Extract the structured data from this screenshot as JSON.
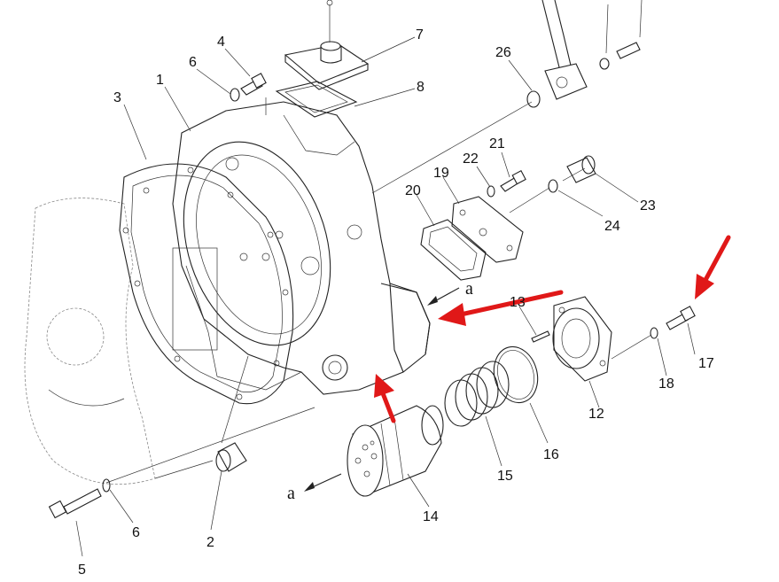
{
  "parts": [
    {
      "no": "1"
    },
    {
      "no": "2"
    },
    {
      "no": "3"
    },
    {
      "no": "4"
    },
    {
      "no": "5"
    },
    {
      "no": "6"
    },
    {
      "no": "6"
    },
    {
      "no": "7"
    },
    {
      "no": "8"
    },
    {
      "no": "12"
    },
    {
      "no": "13"
    },
    {
      "no": "14"
    },
    {
      "no": "15"
    },
    {
      "no": "16"
    },
    {
      "no": "17"
    },
    {
      "no": "18"
    },
    {
      "no": "19"
    },
    {
      "no": "20"
    },
    {
      "no": "21"
    },
    {
      "no": "22"
    },
    {
      "no": "23"
    },
    {
      "no": "24"
    },
    {
      "no": "26"
    }
  ],
  "section_marks": [
    "a",
    "a"
  ],
  "colors": {
    "line": "#222222",
    "annotation_arrow": "#e01818",
    "background": "#ffffff"
  },
  "annotation_arrows": [
    {
      "name": "arrow-pointing-housing-port"
    },
    {
      "name": "arrow-pointing-filter-bore"
    },
    {
      "name": "arrow-pointing-bolt-17"
    }
  ]
}
